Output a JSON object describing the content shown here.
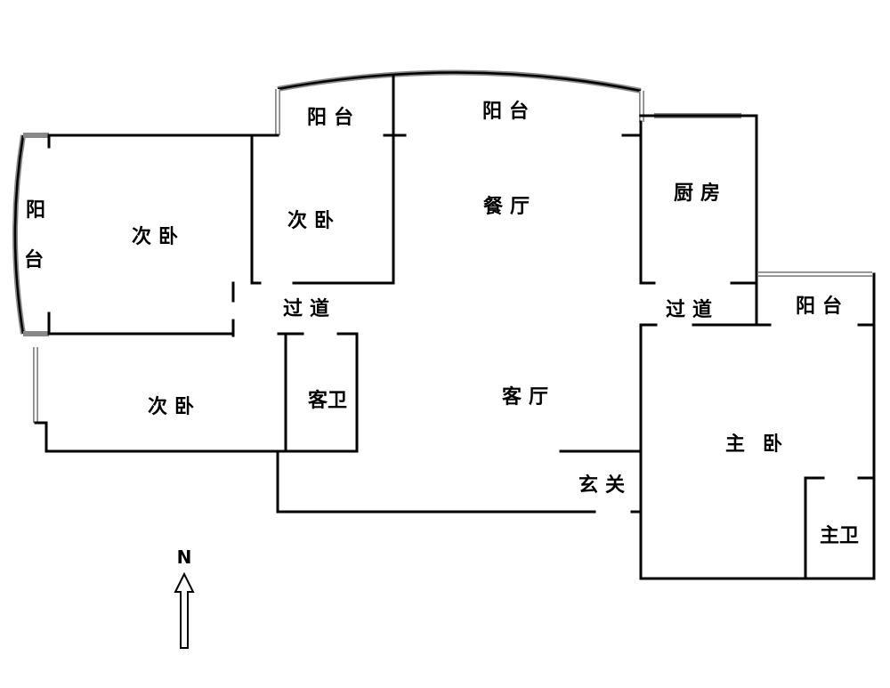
{
  "rooms": {
    "balcony_west_1": "阳",
    "balcony_west_2": "台",
    "bedroom_nw": "次卧",
    "balcony_n_small": "阳台",
    "bedroom_n": "次卧",
    "balcony_n": "阳台",
    "dining": "餐厅",
    "kitchen": "厨房",
    "corridor_w": "过道",
    "corridor_e": "过道",
    "balcony_e": "阳台",
    "bedroom_sw": "次卧",
    "guest_bath": "客卫",
    "living": "客厅",
    "master_bedroom": "主卧",
    "entry": "玄关",
    "master_bath": "主卫"
  },
  "compass": {
    "label": "N",
    "icon": "north-arrow-icon"
  }
}
